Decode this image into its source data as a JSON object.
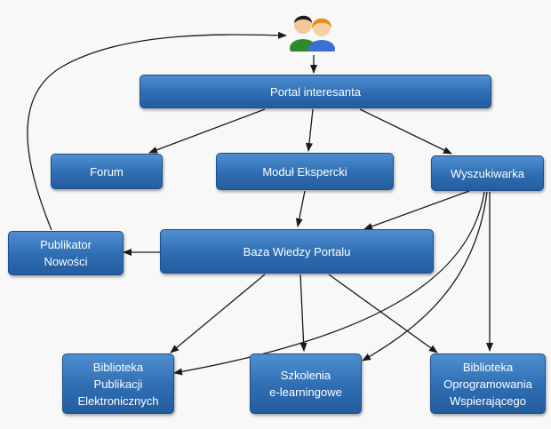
{
  "nodes": {
    "portal": "Portal interesanta",
    "forum": "Forum",
    "modul": "Moduł Ekspercki",
    "wyszukiwarka": "Wyszukiwarka",
    "publikator": "Publikator\nNowości",
    "baza": "Baza Wiedzy Portalu",
    "biblioteka_pub": "Biblioteka\nPublikacji\nElektronicznych",
    "szkolenia": "Szkolenia\ne-learningowe",
    "biblioteka_opr": "Biblioteka\nOprogramowania\nWspierającego"
  },
  "icons": {
    "users": "users-icon"
  },
  "colors": {
    "node_fill": "#2f6db3",
    "node_border": "#1d4f89",
    "edge": "#1a1a1a",
    "background": "#f8f8f8"
  },
  "edges": [
    [
      "users",
      "portal"
    ],
    [
      "portal",
      "forum"
    ],
    [
      "portal",
      "modul"
    ],
    [
      "portal",
      "wyszukiwarka"
    ],
    [
      "modul",
      "baza"
    ],
    [
      "wyszukiwarka",
      "baza"
    ],
    [
      "baza",
      "publikator"
    ],
    [
      "publikator",
      "users"
    ],
    [
      "baza",
      "biblioteka_pub"
    ],
    [
      "baza",
      "szkolenia"
    ],
    [
      "baza",
      "biblioteka_opr"
    ],
    [
      "wyszukiwarka",
      "biblioteka_pub"
    ],
    [
      "wyszukiwarka",
      "szkolenia"
    ],
    [
      "wyszukiwarka",
      "biblioteka_opr"
    ]
  ]
}
